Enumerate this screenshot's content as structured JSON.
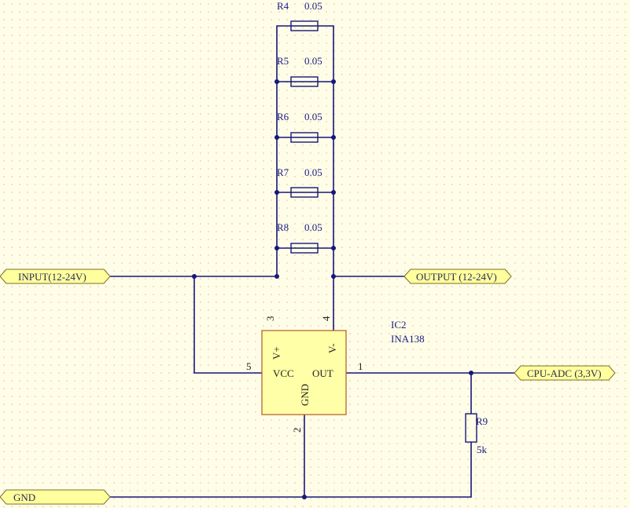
{
  "resistors": [
    {
      "designator": "R4",
      "value": "0.05"
    },
    {
      "designator": "R5",
      "value": "0.05"
    },
    {
      "designator": "R6",
      "value": "0.05"
    },
    {
      "designator": "R7",
      "value": "0.05"
    },
    {
      "designator": "R8",
      "value": "0.05"
    }
  ],
  "r9": {
    "designator": "R9",
    "value": "5k"
  },
  "ic": {
    "designator": "IC2",
    "part": "INA138",
    "pins": {
      "vplus": "V+",
      "vminus": "V-",
      "vcc": "VCC",
      "out": "OUT",
      "gnd": "GND"
    },
    "pin_numbers": {
      "vplus": "3",
      "vminus": "4",
      "vcc": "5",
      "out": "1",
      "gnd": "2"
    }
  },
  "ports": {
    "input": "INPUT(12-24V)",
    "output": "OUTPUT (12-24V)",
    "adc": "CPU-ADC (3,3V)",
    "gnd": "GND"
  },
  "colors": {
    "wire": "#17177a",
    "port_fill": "#ffff9d",
    "chip_fill": "#ffffa8",
    "chip_border": "#b05a22"
  }
}
